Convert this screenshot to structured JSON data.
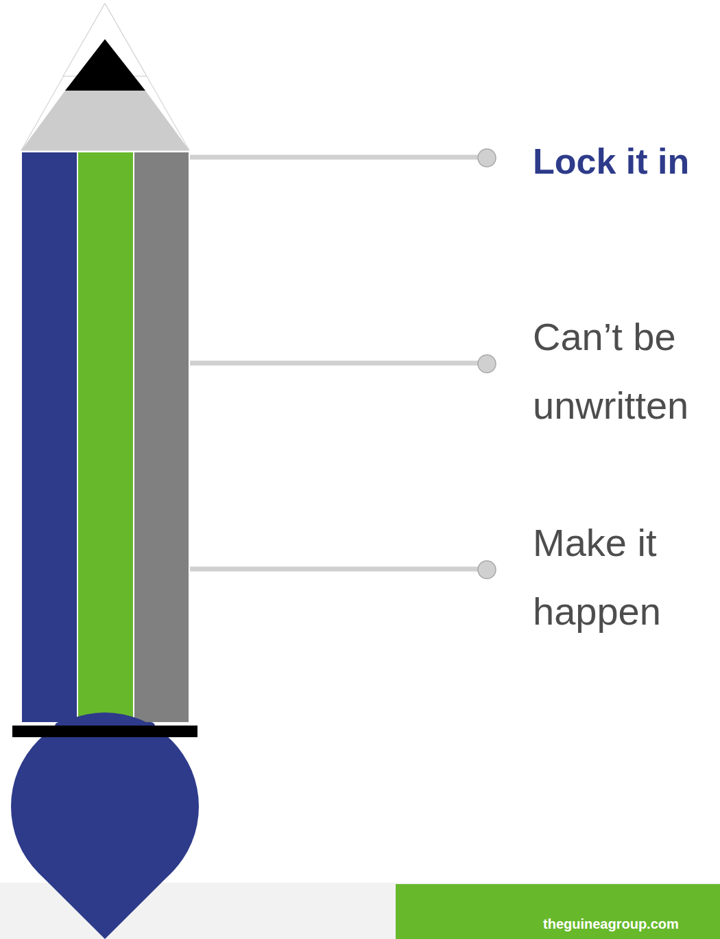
{
  "diagram": {
    "nodes": [
      {
        "text": [
          "theguineagroup.com"
        ]
      }
    ],
    "labels": [
      "Lock it in",
      "Can’t be unwritten",
      "Make it happen"
    ]
  }
}
